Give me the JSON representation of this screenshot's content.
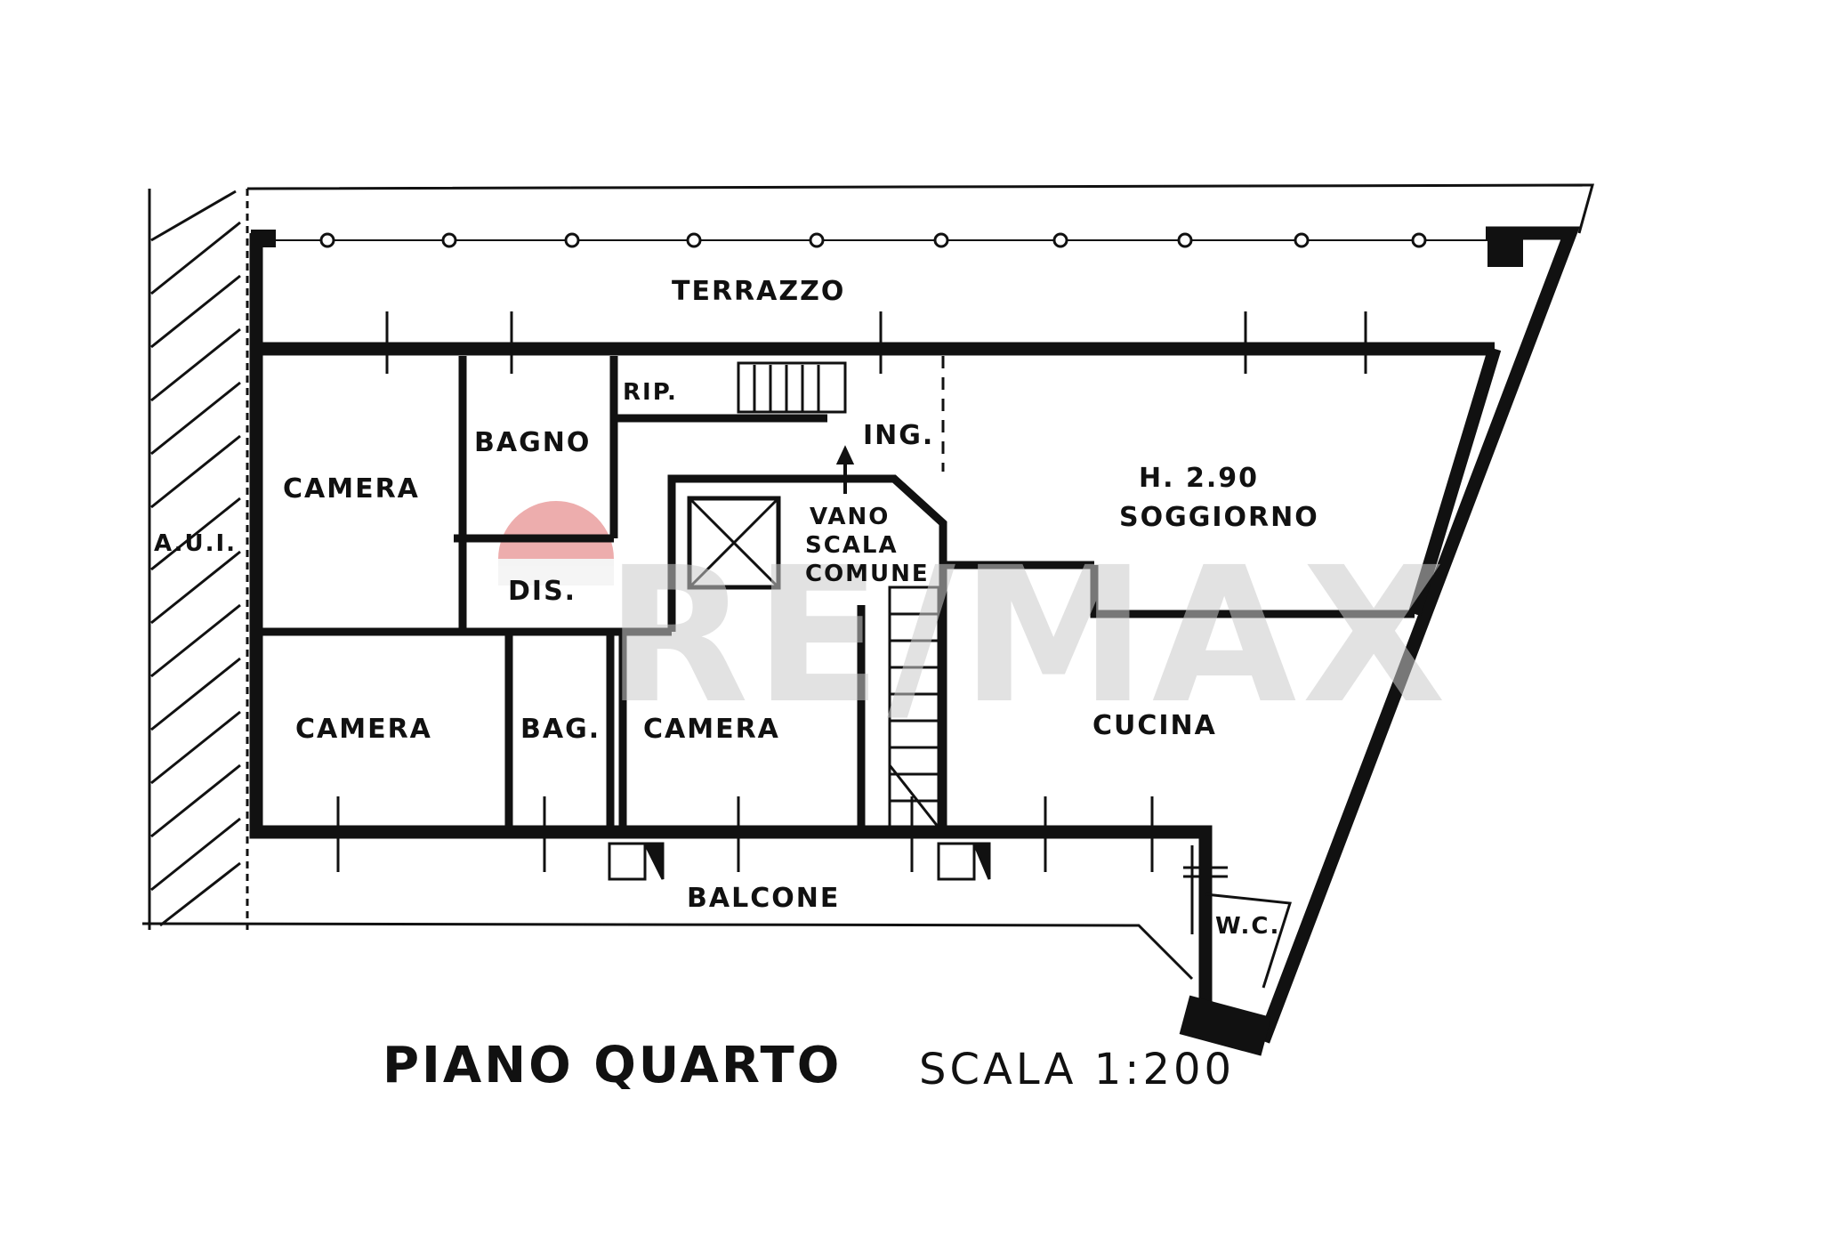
{
  "plan": {
    "title": "PIANO QUARTO",
    "scale": "SCALA 1:200",
    "rooms": {
      "terrazzo": "TERRAZZO",
      "rip": "RIP.",
      "ing": "ING.",
      "bagno": "BAGNO",
      "camera_1": "CAMERA",
      "camera_2": "CAMERA",
      "camera_3": "CAMERA",
      "dis": "DIS.",
      "bag": "BAG.",
      "vano": "VANO",
      "scala": "SCALA",
      "comune": "COMUNE",
      "height": "H. 2.90",
      "soggiorno": "SOGGIORNO",
      "cucina": "CUCINA",
      "balcone": "BALCONE",
      "wc": "W.C.",
      "aui": "A.U.I."
    },
    "watermark": "RE/MAX",
    "colors": {
      "ink": "#111111",
      "watermark": "#cccccc",
      "watermark_accent": "#d94c4c"
    }
  }
}
